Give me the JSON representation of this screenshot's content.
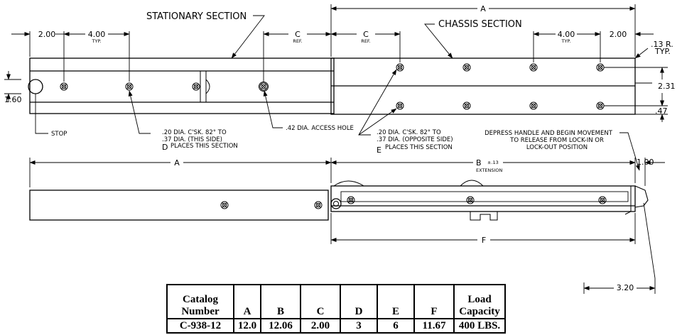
{
  "callouts": {
    "stationary_section": "STATIONARY SECTION",
    "chassis_section": "CHASSIS SECTION",
    "stop": "STOP",
    "access_hole": ".42 DIA. ACCESS HOLE",
    "holes_d": [
      ".20 DIA. C'SK. 82° TO",
      ".37 DIA. (THIS SIDE)",
      "D",
      "PLACES THIS SECTION"
    ],
    "holes_e": [
      ".20 DIA. C'SK. 82° TO",
      ".37 DIA. (OPPOSITE SIDE)",
      "E",
      "PLACES THIS SECTION"
    ],
    "depress": [
      "DEPRESS HANDLE AND BEGIN MOVEMENT",
      "TO RELEASE FROM LOCK-IN OR",
      "LOCK-OUT POSITION"
    ]
  },
  "dimensions": {
    "a_top": "A",
    "left_200": "2.00",
    "left_400": "4.00",
    "typ": "TYP.",
    "c": "C",
    "ref": "REF.",
    "right_400": "4.00",
    "right_200": "2.00",
    "radius": ".13 R.",
    "radius_typ": "TYP.",
    "height_160": "1.60",
    "height_231": "2.31",
    "height_47": ".47",
    "a_bottom": "A",
    "b": "B",
    "b_tol": "±.13",
    "extension": "EXTENSION",
    "d_100": "1.00",
    "f": "F",
    "d_320": "3.20"
  },
  "table": {
    "headers": [
      "Catalog Number",
      "A",
      "B",
      "C",
      "D",
      "E",
      "F",
      "Load Capacity"
    ],
    "rows": [
      [
        "C-938-12",
        "12.0",
        "12.06",
        "2.00",
        "3",
        "6",
        "11.67",
        "400 LBS."
      ]
    ]
  }
}
